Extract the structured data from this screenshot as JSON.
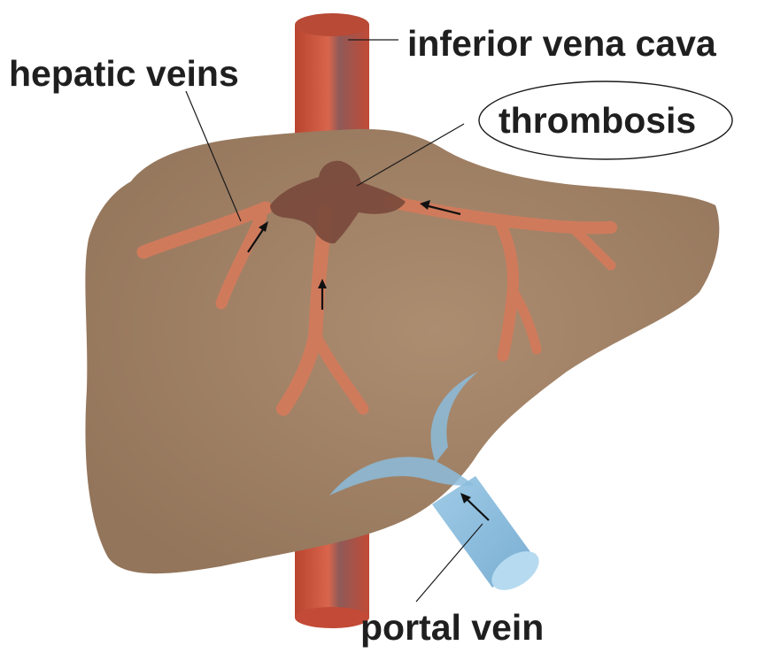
{
  "labels": {
    "inferior_vena_cava": "inferior vena cava",
    "hepatic_veins": "hepatic veins",
    "thrombosis": "thrombosis",
    "portal_vein": "portal vein"
  },
  "colors": {
    "liver": "#a08166",
    "vena_cava": "#c5503a",
    "hepatic_vein": "#d07a5c",
    "thrombus": "#7a4a3c",
    "portal_vein": "#8bbcdc",
    "label_text": "#1f1f1f"
  }
}
